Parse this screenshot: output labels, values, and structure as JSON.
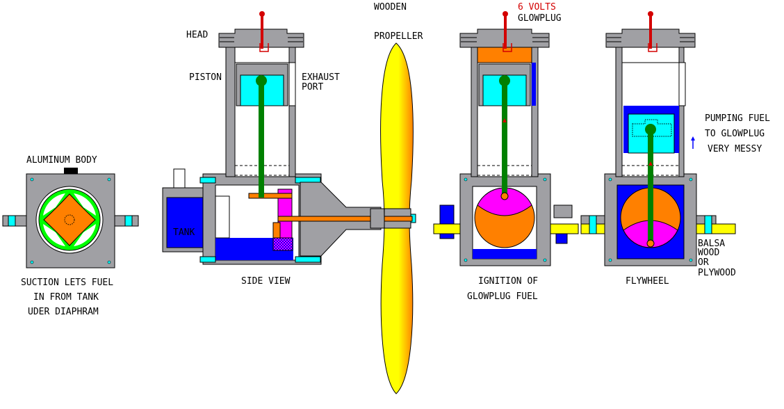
{
  "labels": {
    "aluminum_body": "ALUMINUM BODY",
    "head": "HEAD",
    "piston": "PISTON",
    "exhaust_port_1": "EXHAUST",
    "exhaust_port_2": "PORT",
    "tank": "TANK",
    "side_view": "SIDE VIEW",
    "wooden": "WOODEN",
    "propeller": "PROPELLER",
    "six_volts": "6 VOLTS",
    "glowplug": "GLOWPLUG",
    "ignition_1": "IGNITION OF",
    "ignition_2": "GLOWPLUG FUEL",
    "flywheel": "FLYWHEEL",
    "pumping_1": "PUMPING FUEL",
    "pumping_2": "TO GLOWPLUG",
    "pumping_3": "VERY MESSY",
    "balsa_1": "BALSA",
    "balsa_2": "WOOD",
    "balsa_3": "OR",
    "balsa_4": "PLYWOOD",
    "suction_1": "SUCTION LETS FUEL",
    "suction_2": "IN FROM TANK",
    "suction_3": "UDER DIAPHRAM"
  },
  "colors": {
    "body": "#a0a0a4",
    "outline": "#000000",
    "fuel": "#0000ff",
    "cyan": "#00ffff",
    "orange": "#ff8000",
    "magenta": "#ff00ff",
    "green": "#008000",
    "propeller": "#ffff00",
    "red": "#d40000"
  }
}
